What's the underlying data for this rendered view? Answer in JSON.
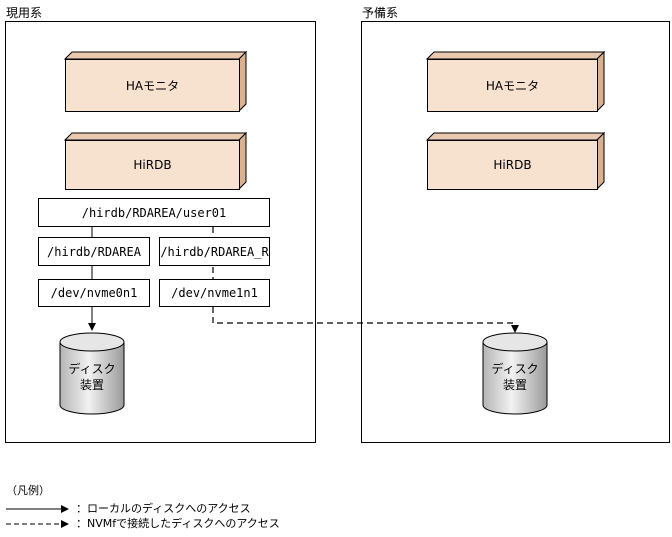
{
  "systems": {
    "active": {
      "label": "現用系"
    },
    "standby": {
      "label": "予備系"
    }
  },
  "active": {
    "ha_monitor": "HAモニタ",
    "hirdb": "HiRDB",
    "path_user": "/hirdb/RDAREA/user01",
    "path_rdarea": "/hirdb/RDAREA",
    "path_rdarea_r": "/hirdb/RDAREA_R",
    "dev_left": "/dev/nvme0n1",
    "dev_right": "/dev/nvme1n1",
    "disk_line1": "ディスク",
    "disk_line2": "装置"
  },
  "standby": {
    "ha_monitor": "HAモニタ",
    "hirdb": "HiRDB",
    "disk_line1": "ディスク",
    "disk_line2": "装置"
  },
  "legend": {
    "title": "（凡例）",
    "solid_text": "：ローカルのディスクへのアクセス",
    "dashed_text": "：NVMfで接続したディスクへのアクセス"
  }
}
